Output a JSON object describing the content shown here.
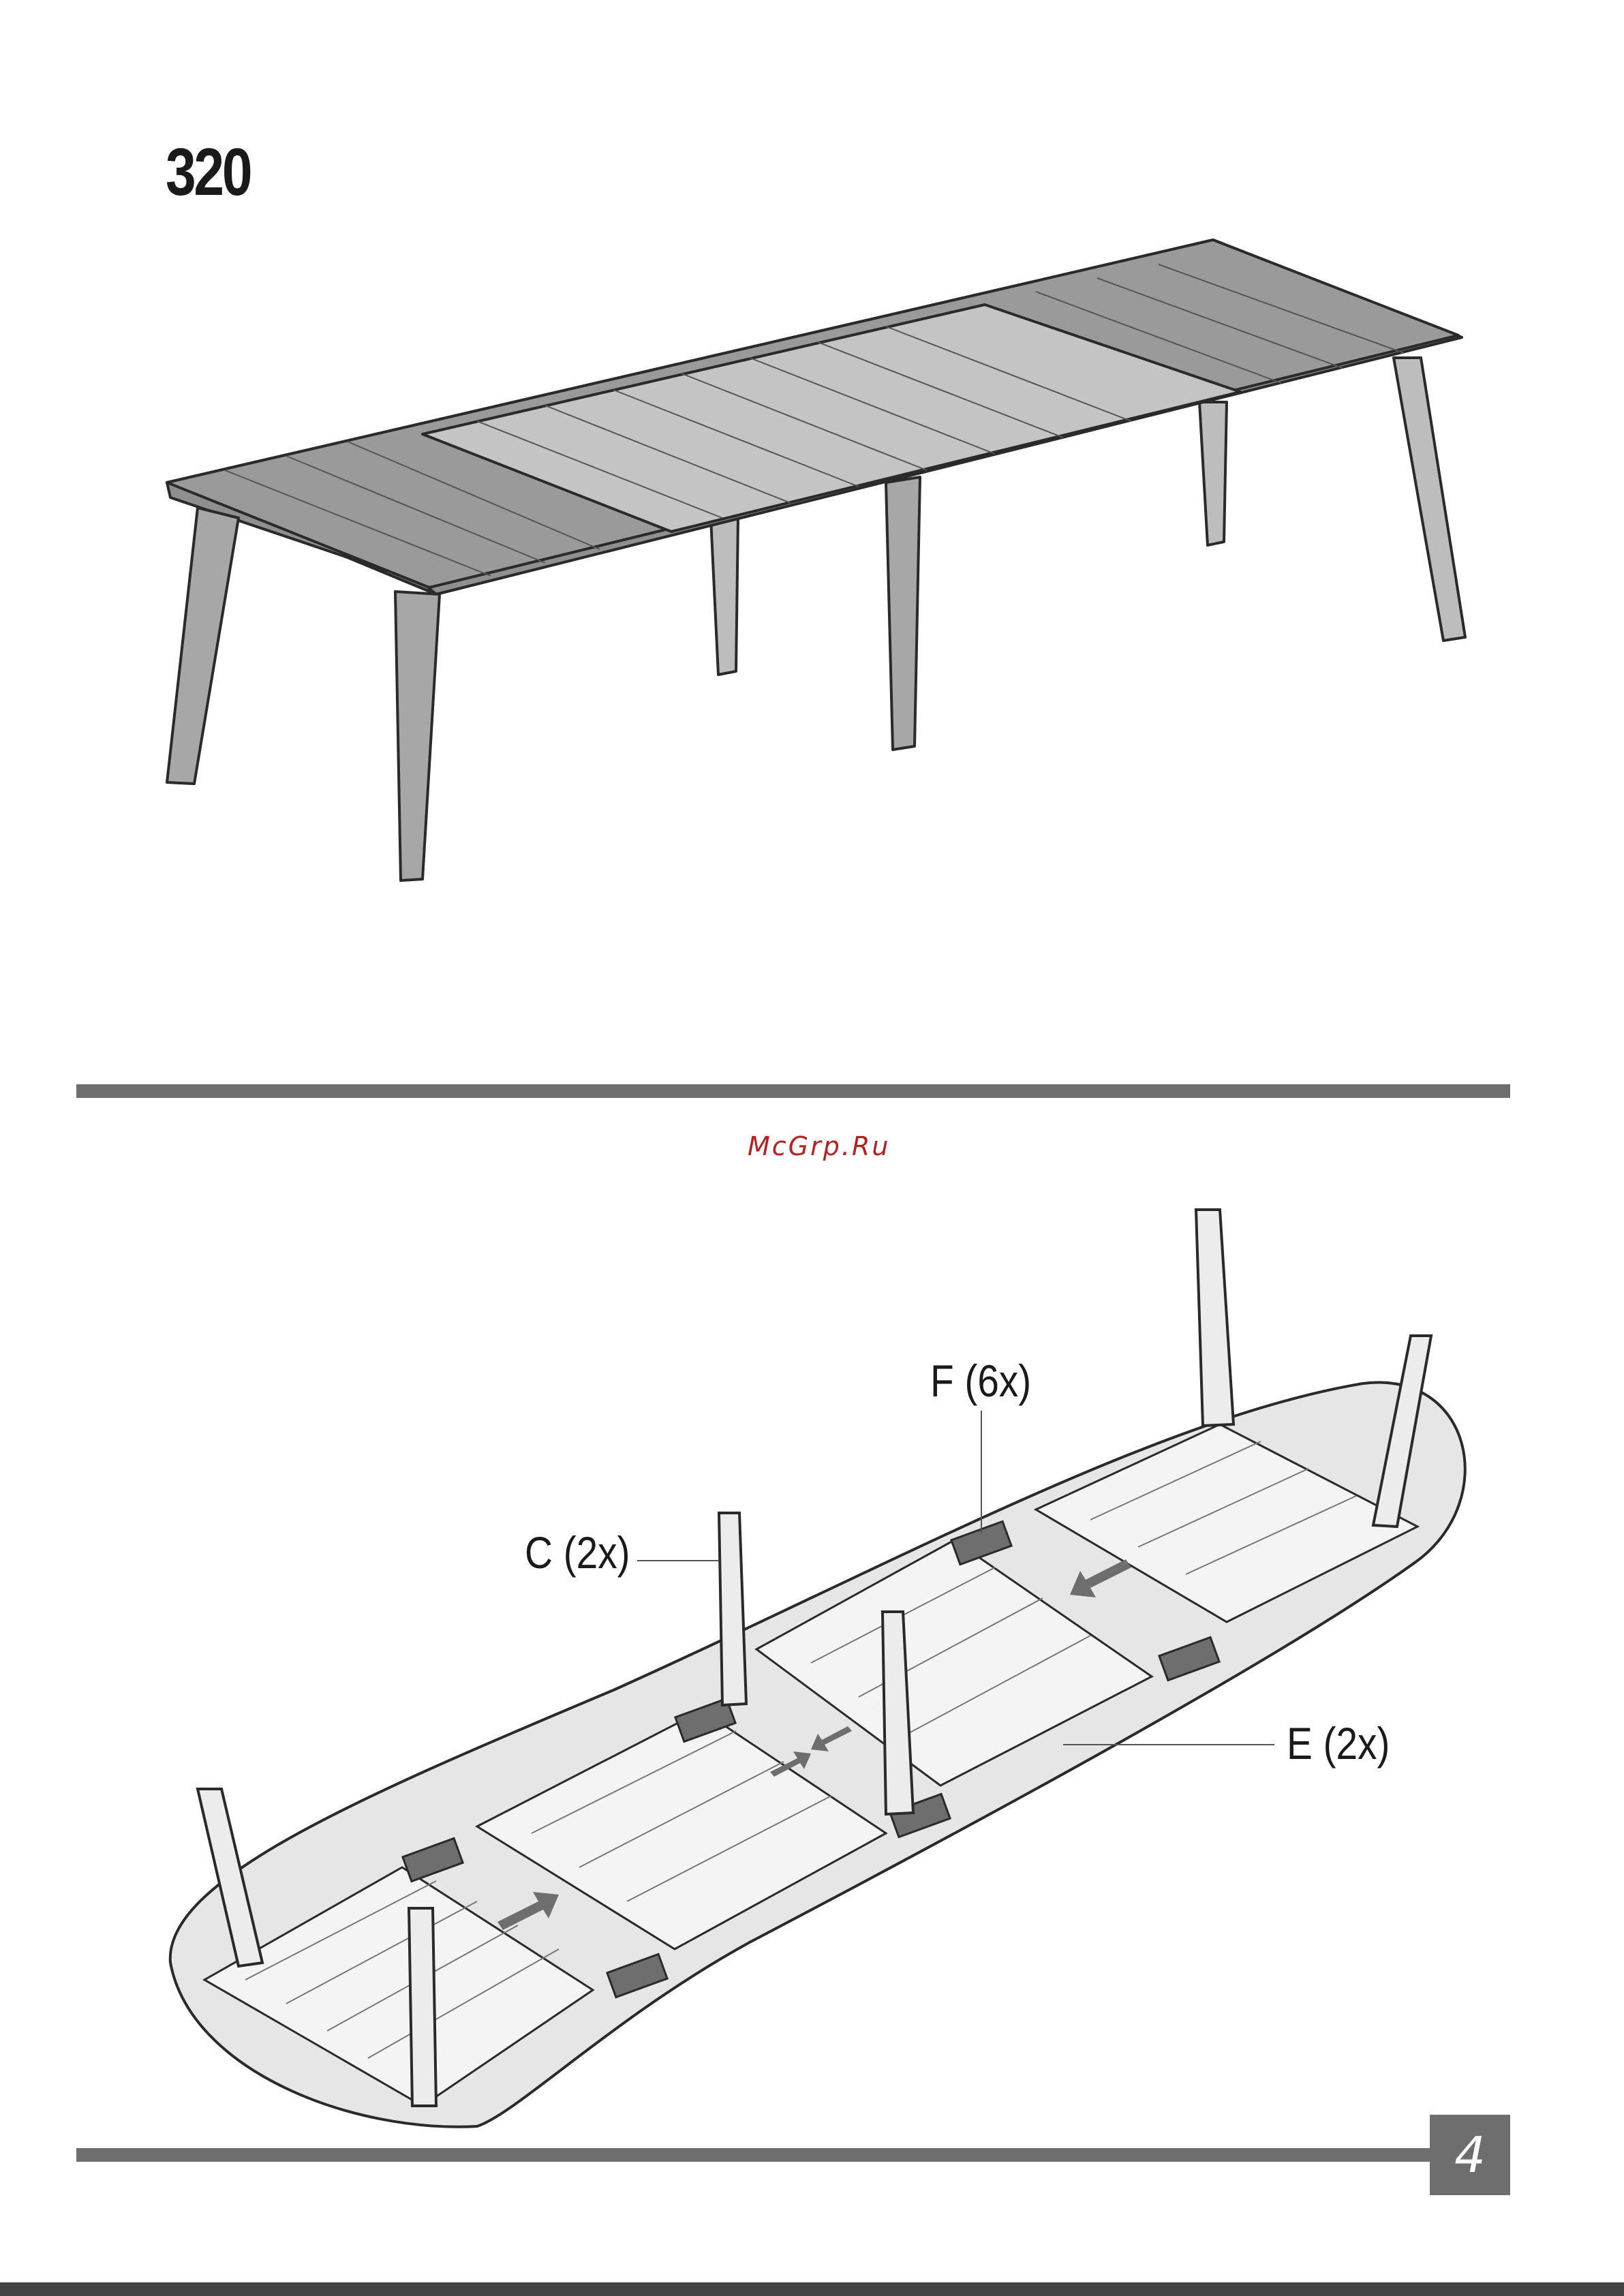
{
  "page": {
    "title": "320",
    "watermark": "McGrp.Ru",
    "page_number": "4"
  },
  "parts": {
    "f_label": "F (6x)",
    "c_label": "C (2x)",
    "e_label": "E (2x)"
  },
  "colors": {
    "ink": "#1a1a1a",
    "divider": "#6e6e6e",
    "watermark": "#b22222",
    "table_dark": "#8a8a8a",
    "table_light": "#bcbcbc",
    "ground": "#e6e6e6"
  },
  "icons": {
    "assembly_arrow": "arrow-icon"
  }
}
